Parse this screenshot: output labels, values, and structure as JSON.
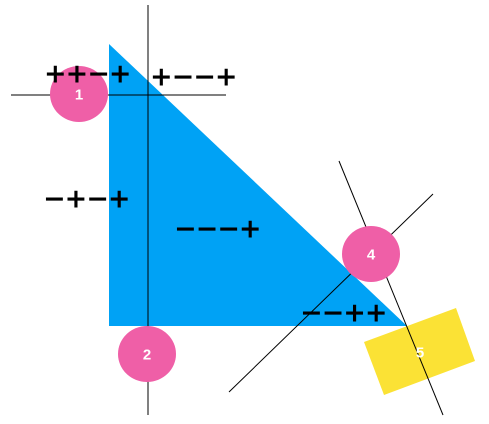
{
  "colors": {
    "triangle": "#00a2f5",
    "marker": "#ef5fa7",
    "rectangle": "#fbe235",
    "line": "#000000",
    "label_text": "#ffffff"
  },
  "markers": [
    {
      "id": "1",
      "label": "1"
    },
    {
      "id": "2",
      "label": "2"
    },
    {
      "id": "4",
      "label": "4"
    },
    {
      "id": "5",
      "label": "5"
    }
  ],
  "sign_groups": [
    {
      "id": "top-left",
      "text": "++−+"
    },
    {
      "id": "top-right",
      "text": "+−−+"
    },
    {
      "id": "left",
      "text": "−+−+"
    },
    {
      "id": "center",
      "text": "−−−+"
    },
    {
      "id": "bottom-right",
      "text": "−−++"
    }
  ]
}
